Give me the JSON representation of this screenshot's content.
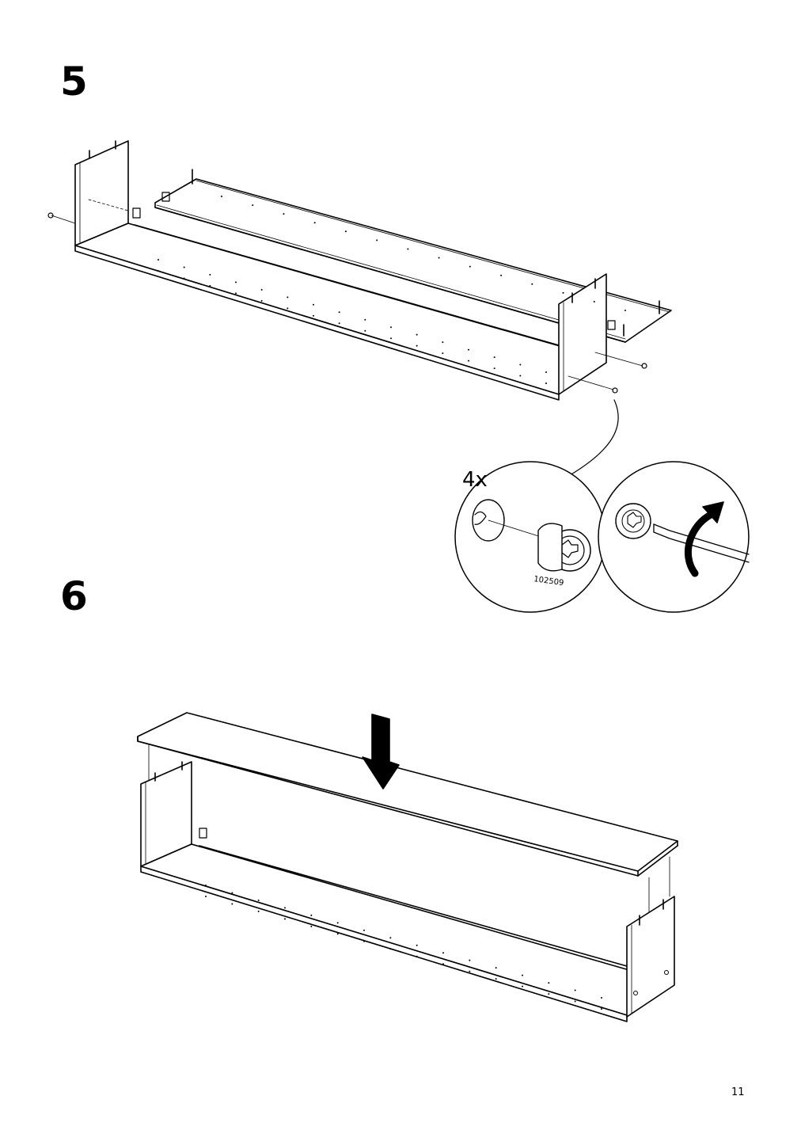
{
  "steps": [
    {
      "number": "5"
    },
    {
      "number": "6"
    }
  ],
  "detail": {
    "quantity": "4x",
    "part_number": "102509"
  },
  "page_number": "11",
  "icons": [
    "cam-lock-fitting-icon",
    "screwdriver-icon",
    "rotate-arrow-icon",
    "down-arrow-icon"
  ]
}
